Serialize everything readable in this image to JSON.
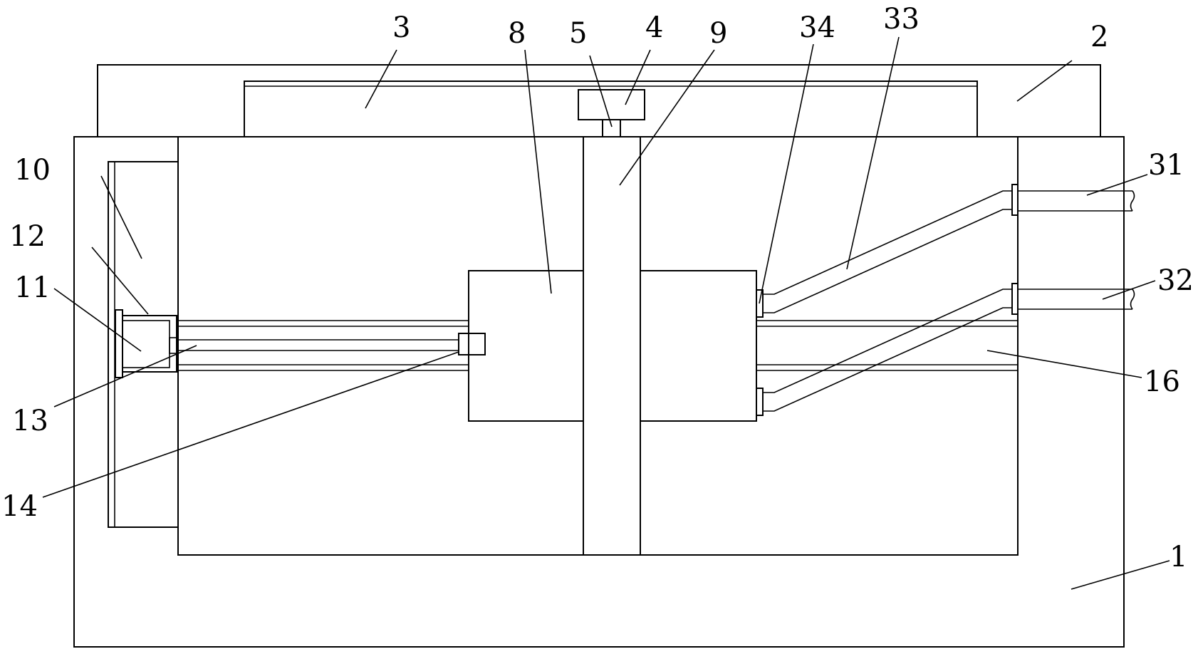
{
  "figure": {
    "labels": {
      "l1": "1",
      "l2": "2",
      "l3": "3",
      "l4": "4",
      "l5": "5",
      "l8": "8",
      "l9": "9",
      "l10": "10",
      "l11": "11",
      "l12": "12",
      "l13": "13",
      "l14": "14",
      "l16": "16",
      "l31": "31",
      "l32": "32",
      "l33": "33",
      "l34": "34"
    }
  }
}
